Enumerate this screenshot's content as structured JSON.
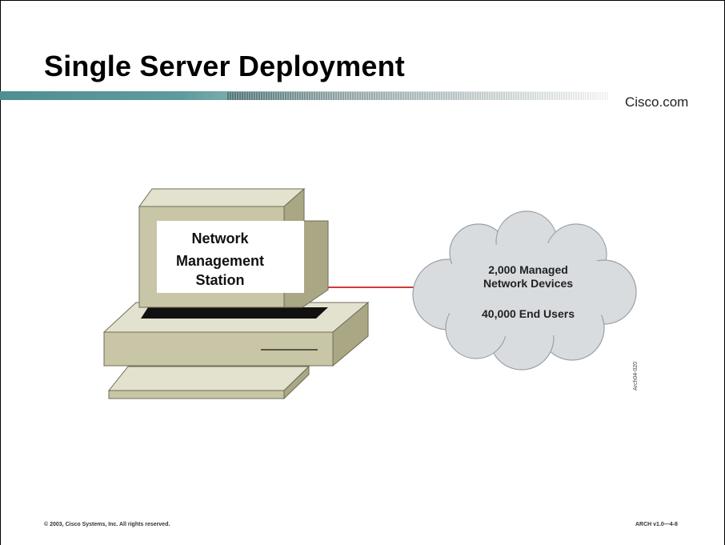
{
  "slide": {
    "title": "Single Server Deployment",
    "brand": "Cisco.com",
    "footer_left": "© 2003, Cisco Systems, Inc. All rights reserved.",
    "footer_right": "ARCH v1.0—4-8"
  },
  "diagram": {
    "station_label_line1": "Network",
    "station_label_line2": "Management",
    "station_label_line3": "Station",
    "cloud_line1": "2,000 Managed",
    "cloud_line2": "Network Devices",
    "cloud_line3": "40,000 End Users",
    "figure_id": "Arch04-020",
    "colors": {
      "header_bar": "#4f8f91",
      "computer_face": "#e3e2cf",
      "computer_side": "#c8c6a6",
      "computer_dark": "#a9a784",
      "cloud_fill": "#d9dcdf",
      "link_color": "#d23a3a"
    }
  }
}
